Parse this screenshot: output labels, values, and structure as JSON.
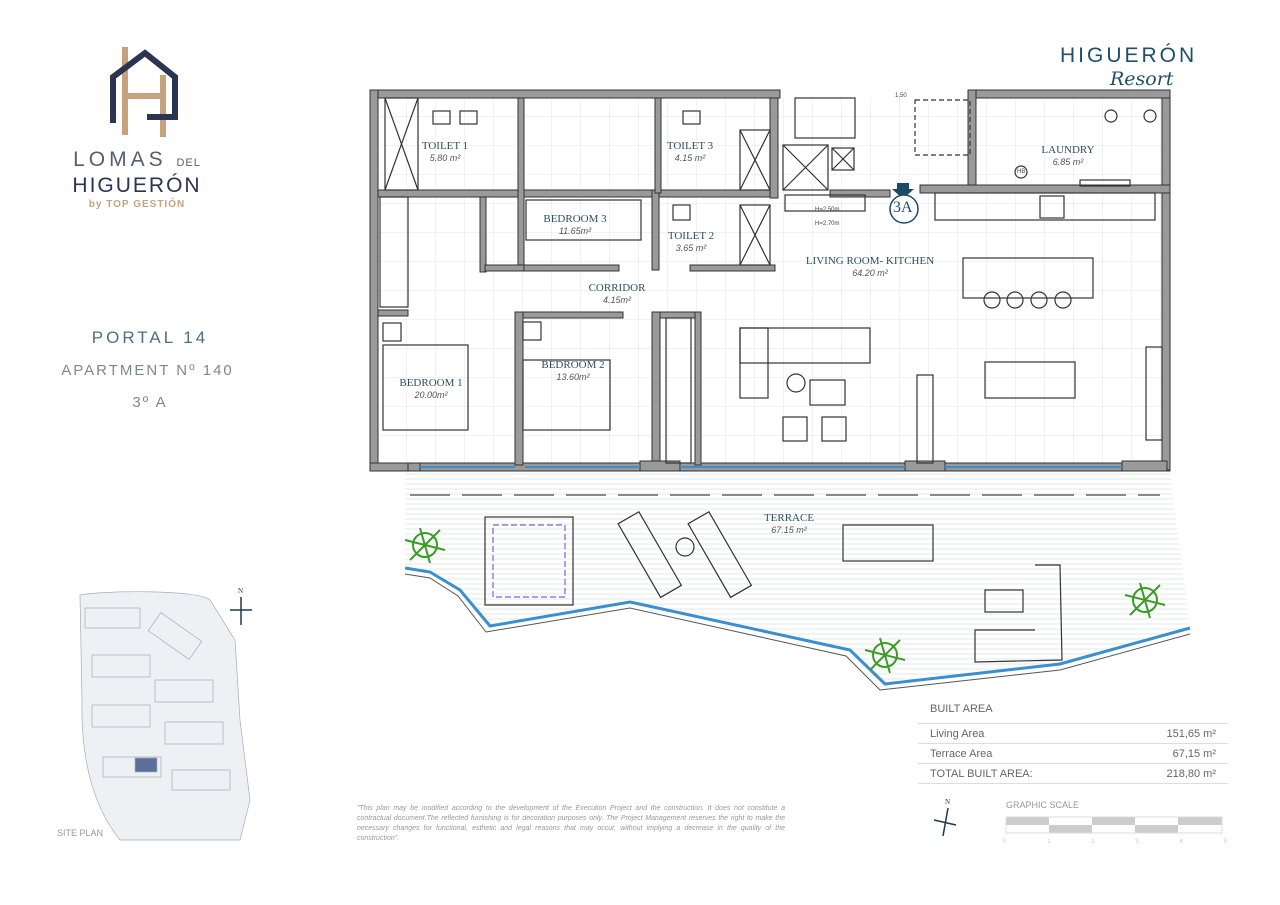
{
  "brand": {
    "line1": "LOMAS",
    "line1_small": "DEL",
    "line2": "HIGUERÓN",
    "line3": "by TOP GESTIÓN",
    "colors": {
      "navy": "#2b3450",
      "gold": "#c6a27c"
    }
  },
  "resort_logo": {
    "name": "HIGUERÓN",
    "subtitle": "Resort",
    "color": "#1f4f66"
  },
  "unit_info": {
    "portal": "PORTAL 14",
    "apartment": "APARTMENT Nº 140",
    "floor_unit": "3º A"
  },
  "rooms": [
    {
      "name": "TOILET 1",
      "area": "5.80 m²"
    },
    {
      "name": "TOILET 3",
      "area": "4.15 m²"
    },
    {
      "name": "BEDROOM 3",
      "area": "11.65m²"
    },
    {
      "name": "TOILET 2",
      "area": "3.65 m²"
    },
    {
      "name": "CORRIDOR",
      "area": "4.15m²"
    },
    {
      "name": "LIVING ROOM- KITCHEN",
      "area": "64.20 m²"
    },
    {
      "name": "LAUNDRY",
      "area": "6.85 m²"
    },
    {
      "name": "BEDROOM 1",
      "area": "20.00m²"
    },
    {
      "name": "BEDROOM 2",
      "area": "13.60m²"
    },
    {
      "name": "TERRACE",
      "area": "67.15 m²"
    }
  ],
  "plan_marks": {
    "entrance": "3A",
    "dim": "1,50",
    "h1": "H=2,50m",
    "h2": "H=2,70m",
    "hb": "HB"
  },
  "built_area": {
    "title": "BUILT AREA",
    "rows": [
      {
        "label": "Living Area",
        "value": "151,65 m²"
      },
      {
        "label": "Terrace Area",
        "value": "67,15 m²"
      },
      {
        "label": "TOTAL BUILT AREA:",
        "value": "218,80 m²"
      }
    ]
  },
  "compass": {
    "north": "N"
  },
  "graphic_scale": {
    "label": "GRAPHIC SCALE",
    "ticks": [
      "0",
      "1",
      "2",
      "3",
      "4",
      "5"
    ]
  },
  "site_plan": {
    "label": "SITE PLAN"
  },
  "disclaimer": "\"This plan may be modified according to the development of the Execution Project and the construction. It does not constitute a contractual document.The reflected furnishing is for decoration purposes only. The Project Management reserves the right to make the necessary changes for functional, esthetic and legal reasons that may occur, without implying a decrease in the quality of the construction\"."
}
